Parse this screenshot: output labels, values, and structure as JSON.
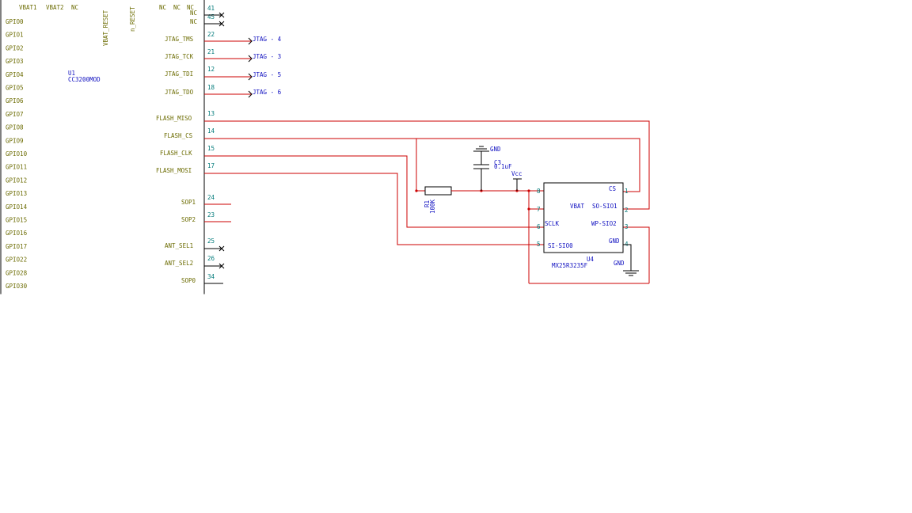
{
  "u1": {
    "designator": "U1",
    "part": "CC3200MOD",
    "top_pins": [
      "VBAT1",
      "VBAT2",
      "NC",
      "NC",
      "NC",
      "NC"
    ],
    "vertical_pins": [
      "VBAT_RESET",
      "n_RESET"
    ],
    "left_pins": [
      "GPIO0",
      "GPIO1",
      "GPIO2",
      "GPIO3",
      "GPIO4",
      "GPIO5",
      "GPIO6",
      "GPIO7",
      "GPIO8",
      "GPIO9",
      "GPIO10",
      "GPIO11",
      "GPIO12",
      "GPIO13",
      "GPIO14",
      "GPIO15",
      "GPIO16",
      "GPIO17",
      "GPIO22",
      "GPIO28",
      "GPIO30"
    ],
    "right_pins": [
      {
        "name": "NC",
        "num": "41"
      },
      {
        "name": "NC",
        "num": "45"
      },
      {
        "name": "JTAG_TMS",
        "num": "22"
      },
      {
        "name": "JTAG_TCK",
        "num": "21"
      },
      {
        "name": "JTAG_TDI",
        "num": "12"
      },
      {
        "name": "JTAG_TDO",
        "num": "18"
      },
      {
        "name": "FLASH_MISO",
        "num": "13"
      },
      {
        "name": "FLASH_CS",
        "num": "14"
      },
      {
        "name": "FLASH_CLK",
        "num": "15"
      },
      {
        "name": "FLASH_MOSI",
        "num": "17"
      },
      {
        "name": "SOP1",
        "num": "24"
      },
      {
        "name": "SOP2",
        "num": "23"
      },
      {
        "name": "ANT_SEL1",
        "num": "25"
      },
      {
        "name": "ANT_SEL2",
        "num": "26"
      },
      {
        "name": "SOP0",
        "num": "34"
      }
    ]
  },
  "jtag_labels": [
    "JTAG - 4",
    "JTAG - 3",
    "JTAG - 5",
    "JTAG - 6"
  ],
  "r1": {
    "designator": "R1",
    "value": "100K"
  },
  "c3": {
    "designator": "C3",
    "value": "0.1uF"
  },
  "c3_gnd": "GND",
  "vcc_label": "Vcc",
  "u4": {
    "designator": "U4",
    "part": "MX25R3235F",
    "pins": [
      {
        "name": "CS",
        "num": "1"
      },
      {
        "name": "VBAT",
        "num": "8"
      },
      {
        "name": "SO-SIO1",
        "num": "2"
      },
      {
        "name": "WP-SIO2",
        "num": "3"
      },
      {
        "name": "SCLK",
        "num": "6"
      },
      {
        "name": "GND",
        "num": "4"
      },
      {
        "name": "SI-SIO0",
        "num": "5"
      },
      {
        "name": "",
        "num": "7"
      }
    ],
    "gnd_label": "GND"
  },
  "colors": {
    "wire": "#cc0000",
    "pin_name": "#6b6b00",
    "pin_num": "#007a7a",
    "part_text": "#1010c0"
  }
}
